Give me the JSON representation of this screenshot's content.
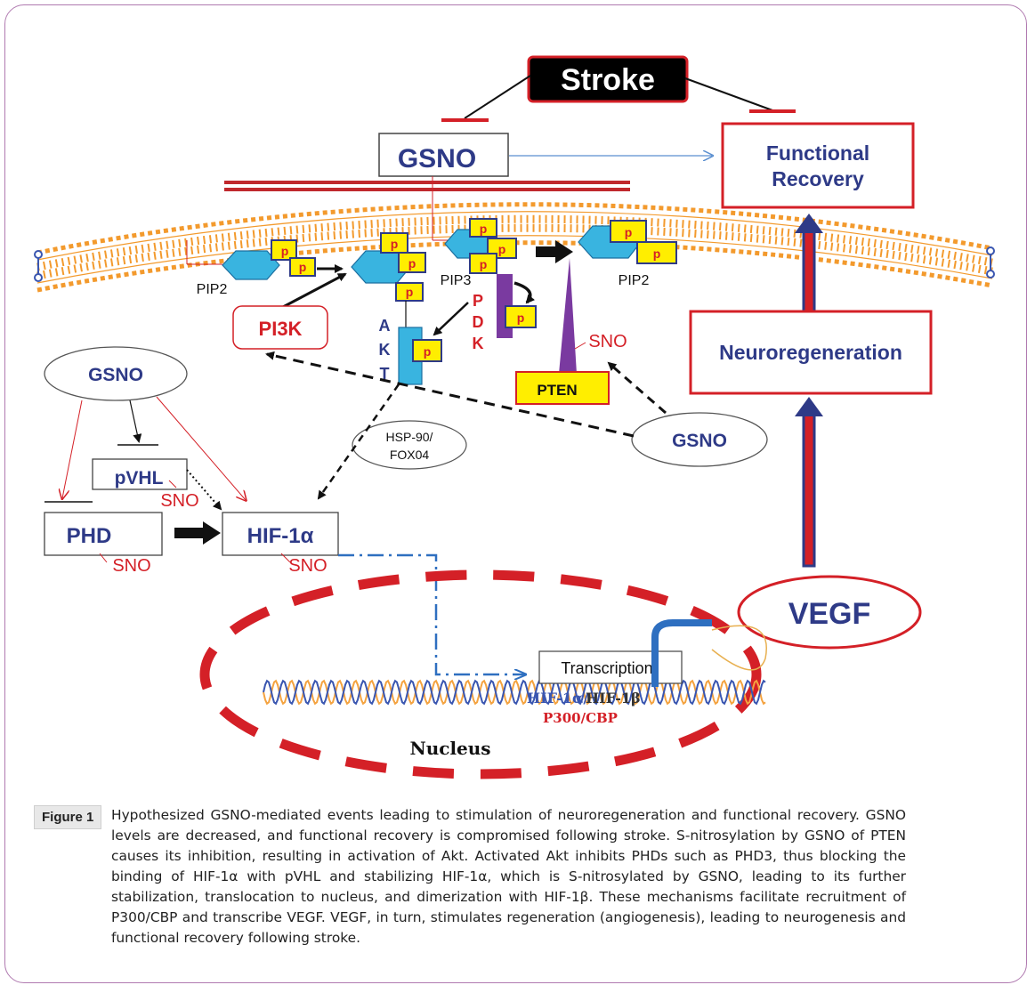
{
  "diagram": {
    "stroke": "Stroke",
    "gsno_top": "GSNO",
    "functional_recovery": [
      "Functional",
      "Recovery"
    ],
    "neuroregeneration": "Neuroregeneration",
    "vegf": "VEGF",
    "pip2_left": "PIP2",
    "pip3": "PIP3",
    "pip2_right": "PIP2",
    "pi3k": "PI3K",
    "akt_letters": [
      "A",
      "K",
      "T"
    ],
    "pdk_letters": [
      "P",
      "D",
      "K"
    ],
    "p_label": "p",
    "pten": "PTEN",
    "sno": "SNO",
    "gsno_left": "GSNO",
    "gsno_right": "GSNO",
    "hsp": [
      "HSP-90/",
      "FOX04"
    ],
    "pvhl": "pVHL",
    "phd": "PHD",
    "hif1a": "HIF-1α",
    "transcription": "Transcription",
    "hif_dimer_a": "HIF-1α/",
    "hif_dimer_b": "HIF-1β",
    "p300": "P300/CBP",
    "nucleus": "Nucleus"
  },
  "caption": {
    "label": "Figure 1",
    "text": "Hypothesized GSNO-mediated events leading to stimulation of neuroregeneration and functional recovery. GSNO levels are decreased, and functional recovery is compromised following stroke. S-nitrosylation by GSNO of PTEN causes its inhibition, resulting in activation of Akt. Activated Akt inhibits PHDs such as PHD3, thus blocking the binding of HIF-1α with pVHL and stabilizing HIF-1α, which is S-nitrosylated by GSNO, leading to its further stabilization, translocation to nucleus, and dimerization with HIF-1β. These mechanisms facilitate recruitment of P300/CBP and transcribe VEGF. VEGF, in turn, stimulates regeneration (angiogenesis), leading to neurogenesis and functional recovery following stroke."
  },
  "colors": {
    "red": "#d42027",
    "blue": "#2e3a87",
    "cyan": "#39b4e0",
    "yellow": "#ffee00",
    "purple": "#7a3aa0",
    "orange": "#f4a340",
    "frame": "#b07ab0"
  }
}
